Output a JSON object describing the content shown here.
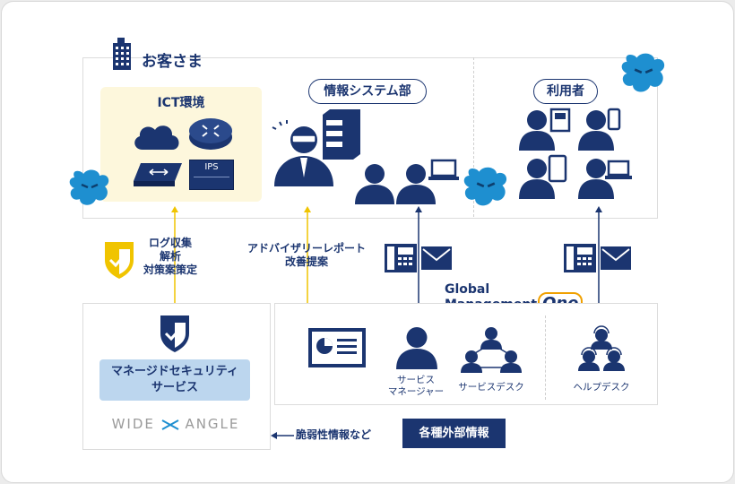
{
  "customer_label": "お客さま",
  "ict_label": "ICT環境",
  "ips_label": "IPS",
  "is_dept_label": "情報システム部",
  "users_label": "利用者",
  "log_lines": [
    "ログ収集",
    "解析",
    "対策案策定"
  ],
  "advisory_lines": [
    "アドバイザリーレポート",
    "改善提案"
  ],
  "gmo_line1": "Global",
  "gmo_line2": "Management",
  "gmo_one": "One",
  "mss_lines": [
    "マネージドセキュリティ",
    "サービス"
  ],
  "wide_left": "WIDE",
  "wide_right": "ANGLE",
  "service_manager_lines": [
    "サービス",
    "マネージャー"
  ],
  "service_desk_label": "サービスデスク",
  "help_desk_label": "ヘルプデスク",
  "vuln_label": "脆弱性情報など",
  "external_info_label": "各種外部情報",
  "colors": {
    "navy": "#1b3570",
    "threat": "#1e8fd0",
    "yellow_arrow": "#f0c400",
    "mss_fill": "#bcd6ee",
    "ict_fill": "#fdf7dc"
  }
}
